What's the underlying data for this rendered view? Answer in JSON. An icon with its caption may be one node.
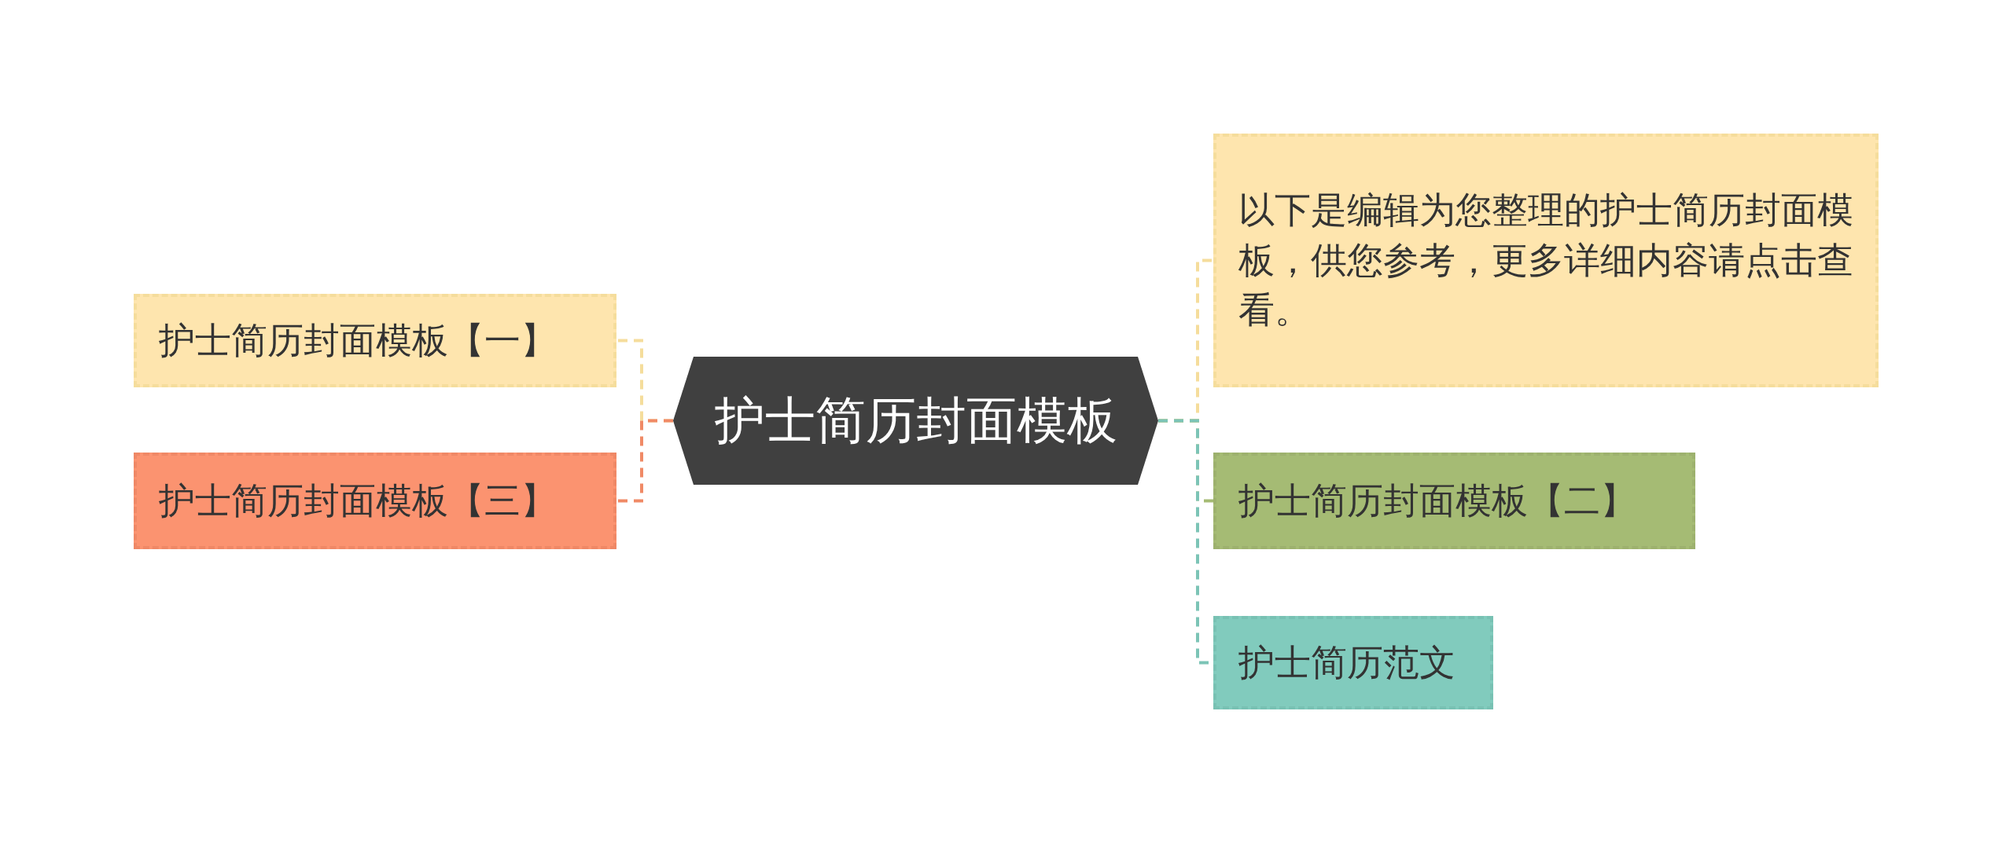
{
  "diagram": {
    "nodes": [
      {
        "text": [
          "护士简历封面模板"
        ]
      },
      {
        "text": [
          "护士简历封面模板【一】"
        ]
      },
      {
        "text": [
          "护士简历封面模板【三】"
        ]
      },
      {
        "text": [
          "以下是编辑为您整理的护士简历封面模板，供您参考，更多详细内容请点击查看。"
        ]
      },
      {
        "text": [
          "护士简历封面模板【二】"
        ]
      },
      {
        "text": [
          "护士简历范文"
        ]
      }
    ],
    "edges": [
      {
        "from": 0,
        "to": 1,
        "arrow": "none",
        "style": "dashed",
        "color": "#f5dd9c"
      },
      {
        "from": 0,
        "to": 2,
        "arrow": "none",
        "style": "dashed",
        "color": "#f08a66"
      },
      {
        "from": 0,
        "to": 3,
        "arrow": "none",
        "style": "dashed",
        "color": "#f5dd9c"
      },
      {
        "from": 0,
        "to": 4,
        "arrow": "none",
        "style": "dashed",
        "color": "#a5bb74"
      },
      {
        "from": 0,
        "to": 5,
        "arrow": "none",
        "style": "dashed",
        "color": "#7cc4b6"
      }
    ]
  }
}
